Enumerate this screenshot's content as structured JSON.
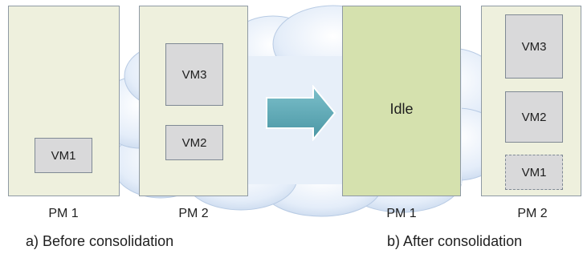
{
  "colors": {
    "pm_fill": "#eef0dd",
    "pm_idle_fill": "#d5e1ae",
    "vm_fill": "#d9d9da",
    "arrow_fill": "#5aaab6",
    "cloud_fill": "#dde8f6"
  },
  "before": {
    "pm1": {
      "label": "PM 1",
      "vms": [
        "VM1"
      ]
    },
    "pm2": {
      "label": "PM 2",
      "vms": [
        "VM3",
        "VM2"
      ]
    },
    "caption": "a) Before consolidation"
  },
  "after": {
    "pm1": {
      "label": "PM 1",
      "state": "Idle"
    },
    "pm2": {
      "label": "PM 2",
      "vms": [
        "VM3",
        "VM2",
        "VM1"
      ]
    },
    "caption": "b) After consolidation"
  },
  "arrow": {
    "icon": "right-arrow-icon"
  }
}
